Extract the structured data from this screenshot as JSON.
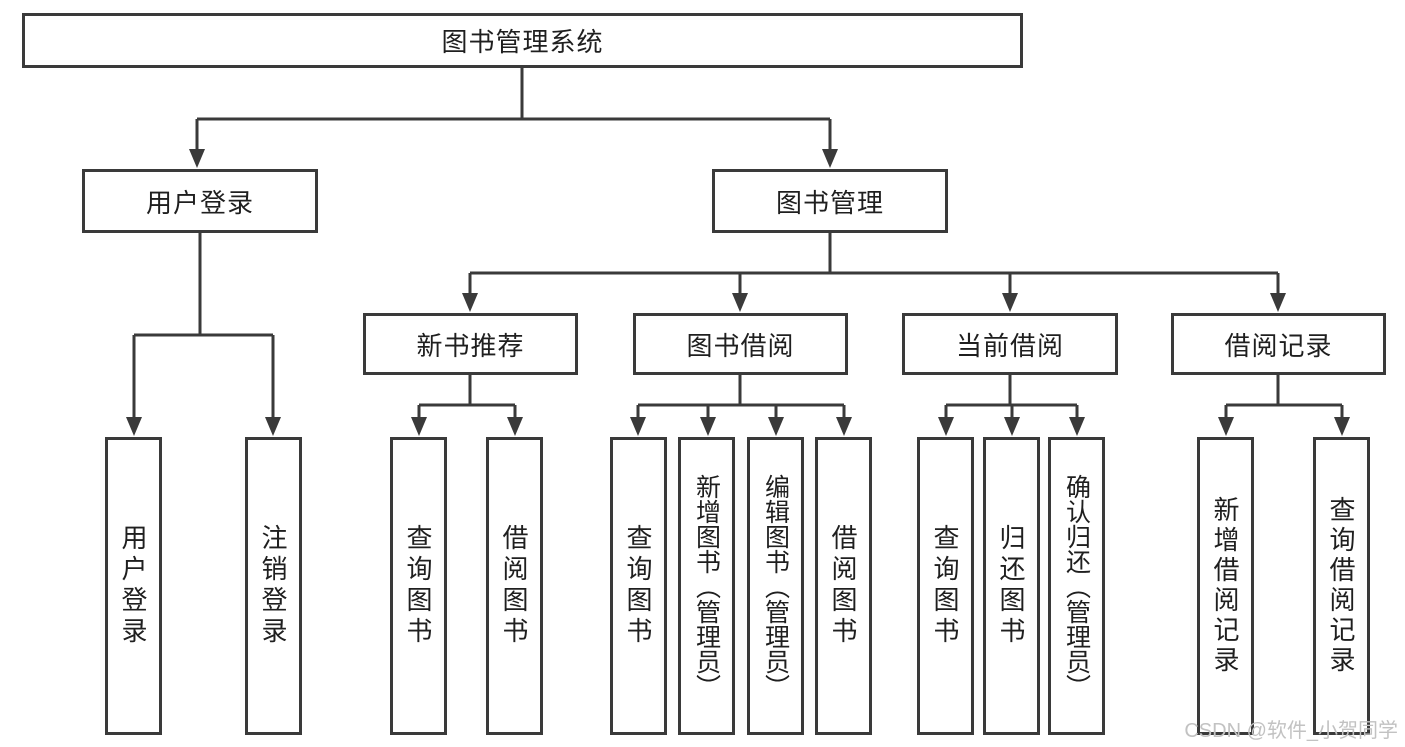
{
  "colors": {
    "line": "#3a3a3a",
    "text": "#1f1f1f",
    "background": "#ffffff",
    "watermark": "#c2c2c2"
  },
  "watermark": "CSDN @软件_小贺同学",
  "tree": {
    "root": "图书管理系统",
    "branches": [
      {
        "label": "用户登录",
        "leaves": [
          "用户登录",
          "注销登录"
        ]
      },
      {
        "label": "图书管理",
        "children": [
          {
            "label": "新书推荐",
            "leaves": [
              "查询图书",
              "借阅图书"
            ]
          },
          {
            "label": "图书借阅",
            "leaves": [
              "查询图书",
              "新增图书（管理员）",
              "编辑图书（管理员）",
              "借阅图书"
            ]
          },
          {
            "label": "当前借阅",
            "leaves": [
              "查询图书",
              "归还图书",
              "确认归还（管理员）"
            ]
          },
          {
            "label": "借阅记录",
            "leaves": [
              "新增借阅记录",
              "查询借阅记录"
            ]
          }
        ]
      }
    ]
  }
}
